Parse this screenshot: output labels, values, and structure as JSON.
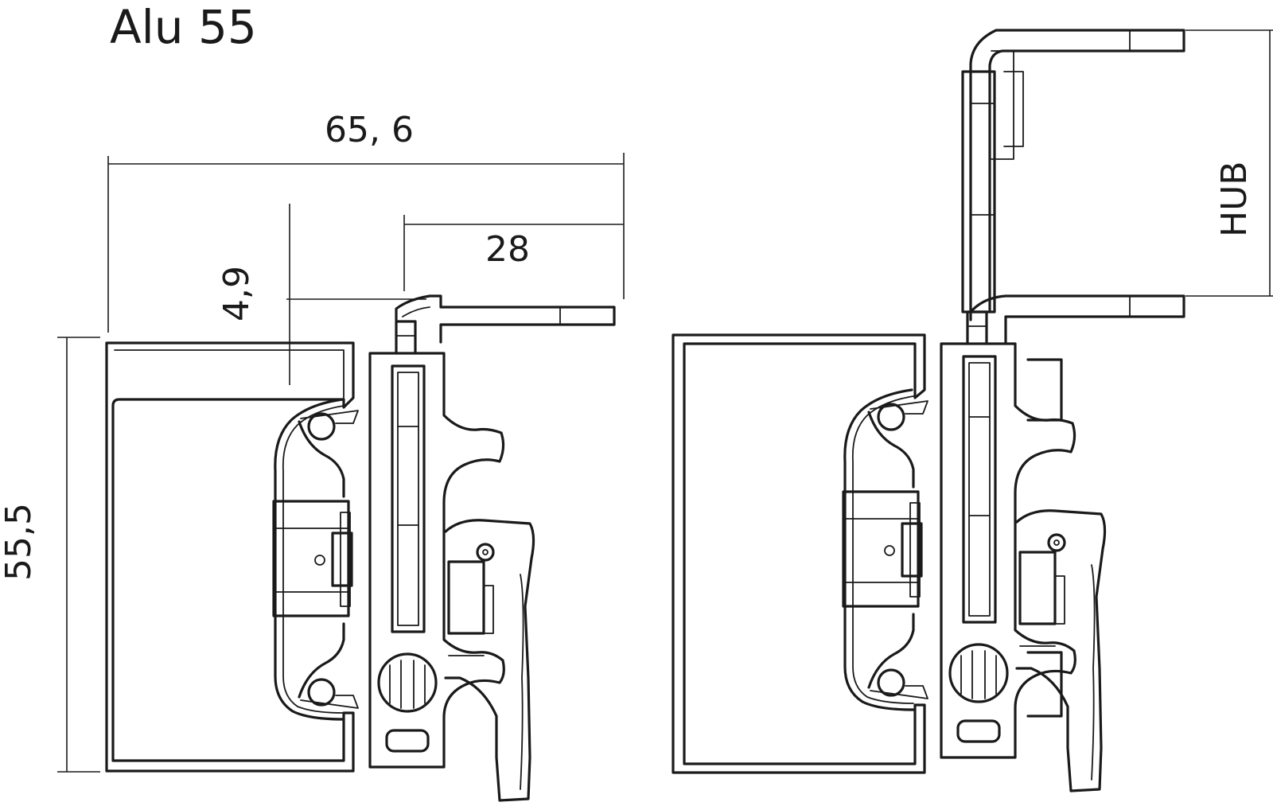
{
  "title": "Alu 55",
  "dimensions": {
    "overall_width": "65, 6",
    "slot_width": "28",
    "offset": "4,9",
    "height": "55,5",
    "stroke": "HUB"
  },
  "colors": {
    "line": "#1a1a1a",
    "background": "#ffffff"
  }
}
